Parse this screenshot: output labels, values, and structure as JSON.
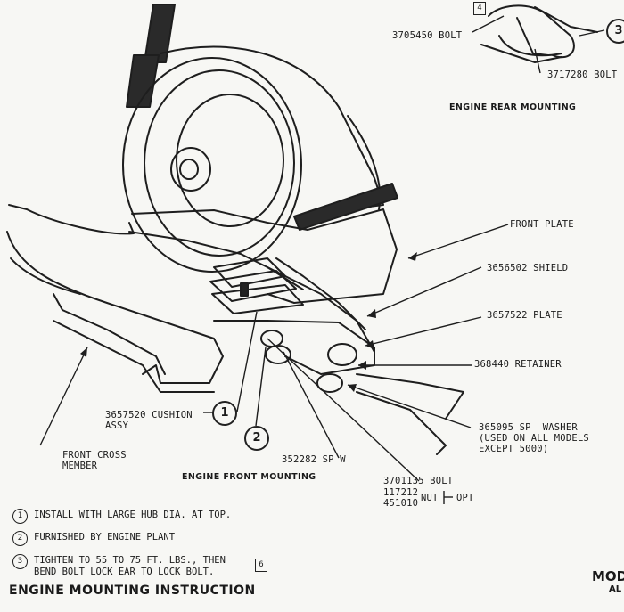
{
  "rear": {
    "box_label": "4",
    "bolt_a": "3705450 BOLT",
    "bolt_b": "3717280 BOLT",
    "circle_label": "3",
    "caption": "ENGINE REAR MOUNTING"
  },
  "front": {
    "front_plate": "FRONT PLATE",
    "shield": "3656502 SHIELD",
    "plate": "3657522 PLATE",
    "retainer": "368440 RETAINER",
    "washer": "365095 SP  WASHER\n(USED ON ALL MODELS\nEXCEPT 5000)",
    "bolt": "3701135 BOLT",
    "nut_numbers": "117212\n451010",
    "nut_text": "NUT",
    "opt_text": "OPT",
    "sp_w": "352282 SP W",
    "cushion": "3657520 CUSHION\nASSY",
    "cushion_circle": "1",
    "sp_circle": "2",
    "cross_member": "FRONT CROSS\nMEMBER",
    "caption": "ENGINE FRONT MOUNTING"
  },
  "notes": [
    {
      "num": "1",
      "text": "INSTALL WITH LARGE HUB DIA. AT TOP."
    },
    {
      "num": "2",
      "text": "FURNISHED BY ENGINE PLANT"
    },
    {
      "num": "3",
      "text": "TIGHTEN TO 55 TO 75 FT. LBS., THEN\nBEND BOLT LOCK EAR TO LOCK BOLT.",
      "box": "6"
    }
  ],
  "title": "ENGINE MOUNTING INSTRUCTION",
  "corner": {
    "line1": "MOD",
    "line2": "AL"
  }
}
